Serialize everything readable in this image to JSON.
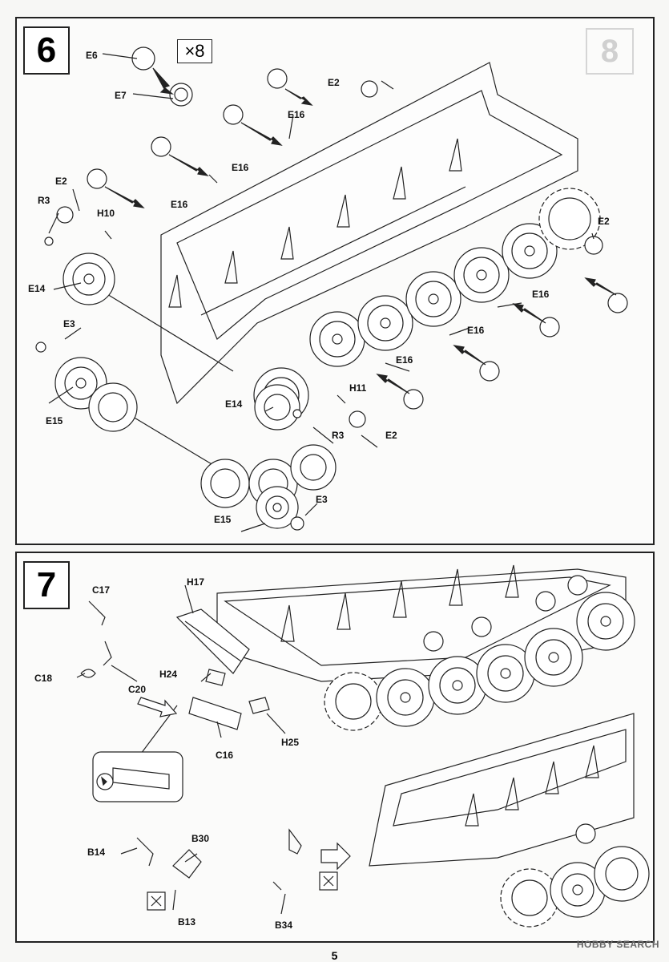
{
  "page_number": "5",
  "watermark": "HOBBY SEARCH",
  "steps": [
    {
      "number": "6",
      "multiplier": "×8",
      "faded_step_number": "8",
      "labels": {
        "e6": "E6",
        "e7": "E7",
        "e2_top": "E2",
        "e16_a": "E16",
        "e16_b": "E16",
        "e2_left": "E2",
        "r3_left": "R3",
        "h10": "H10",
        "e16_c": "E16",
        "e14_left": "E14",
        "e3_left": "E3",
        "e15_left": "E15",
        "e2_right": "E2",
        "e16_d": "E16",
        "e16_e": "E16",
        "e16_f": "E16",
        "h11": "H11",
        "e14_center": "E14",
        "r3_center": "R3",
        "e2_center": "E2",
        "e3_bottom": "E3",
        "e15_bottom": "E15"
      }
    },
    {
      "number": "7",
      "labels": {
        "c17": "C17",
        "h17": "H17",
        "c18": "C18",
        "c20": "C20",
        "h24": "H24",
        "c16": "C16",
        "h25": "H25",
        "b14": "B14",
        "b30": "B30",
        "b13": "B13",
        "b34": "B34"
      }
    }
  ]
}
